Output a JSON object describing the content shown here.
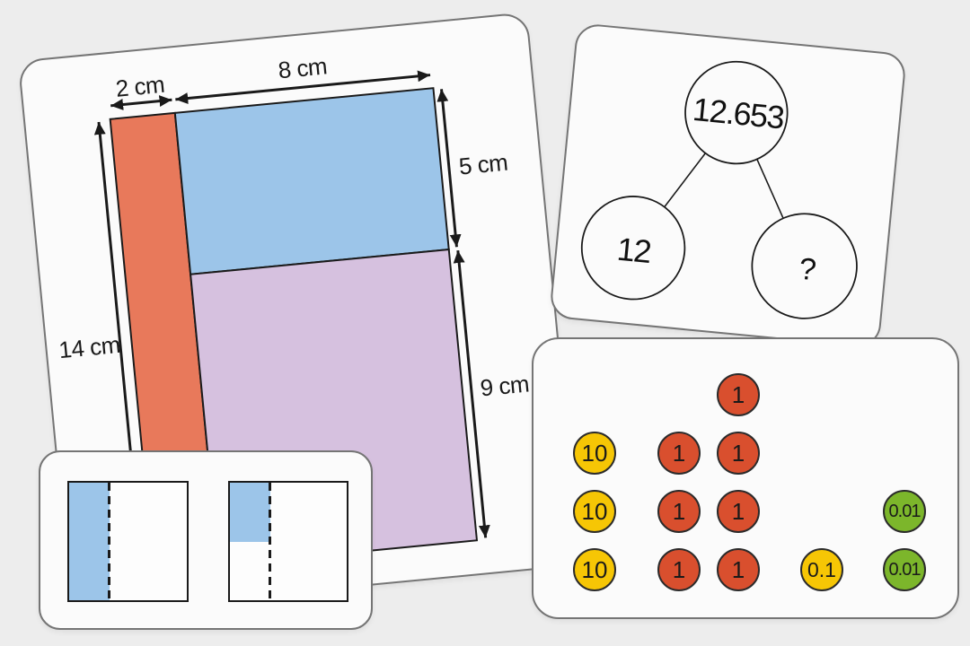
{
  "scene": {
    "background_color": "#EDEDED",
    "card_bg": "#FBFBFB",
    "card_border": "#757575",
    "line_color": "#1a1a1a"
  },
  "area_model_card": {
    "dim_top_left": "2 cm",
    "dim_top": "8 cm",
    "dim_left": "14 cm",
    "dim_right_upper": "5 cm",
    "dim_right_lower": "9 cm",
    "strip_color": "#E8795B",
    "upper_rect_color": "#9CC5E9",
    "lower_rect_color": "#D6C1DF"
  },
  "number_bond_card": {
    "whole": "12.653",
    "left_part": "12",
    "right_part": "?"
  },
  "counters_card": {
    "values": {
      "tens": "10",
      "ones": "1",
      "tenths": "0.1",
      "hundredths": "0.01"
    },
    "colors": {
      "tens": "#F6C605",
      "ones": "#D94F2E",
      "tenths": "#F6C605",
      "hundredths": "#7CB62B"
    },
    "counts": {
      "tens": 3,
      "ones": 7,
      "tenths": 1,
      "hundredths": 2
    }
  },
  "fraction_card": {
    "shade_color": "#9CC5E9",
    "diagrams": [
      {
        "shaded": "left third, full height",
        "dashed_line": "vertical at one third"
      },
      {
        "shaded": "left third, top half",
        "dashed_line": "vertical at one third"
      }
    ]
  }
}
